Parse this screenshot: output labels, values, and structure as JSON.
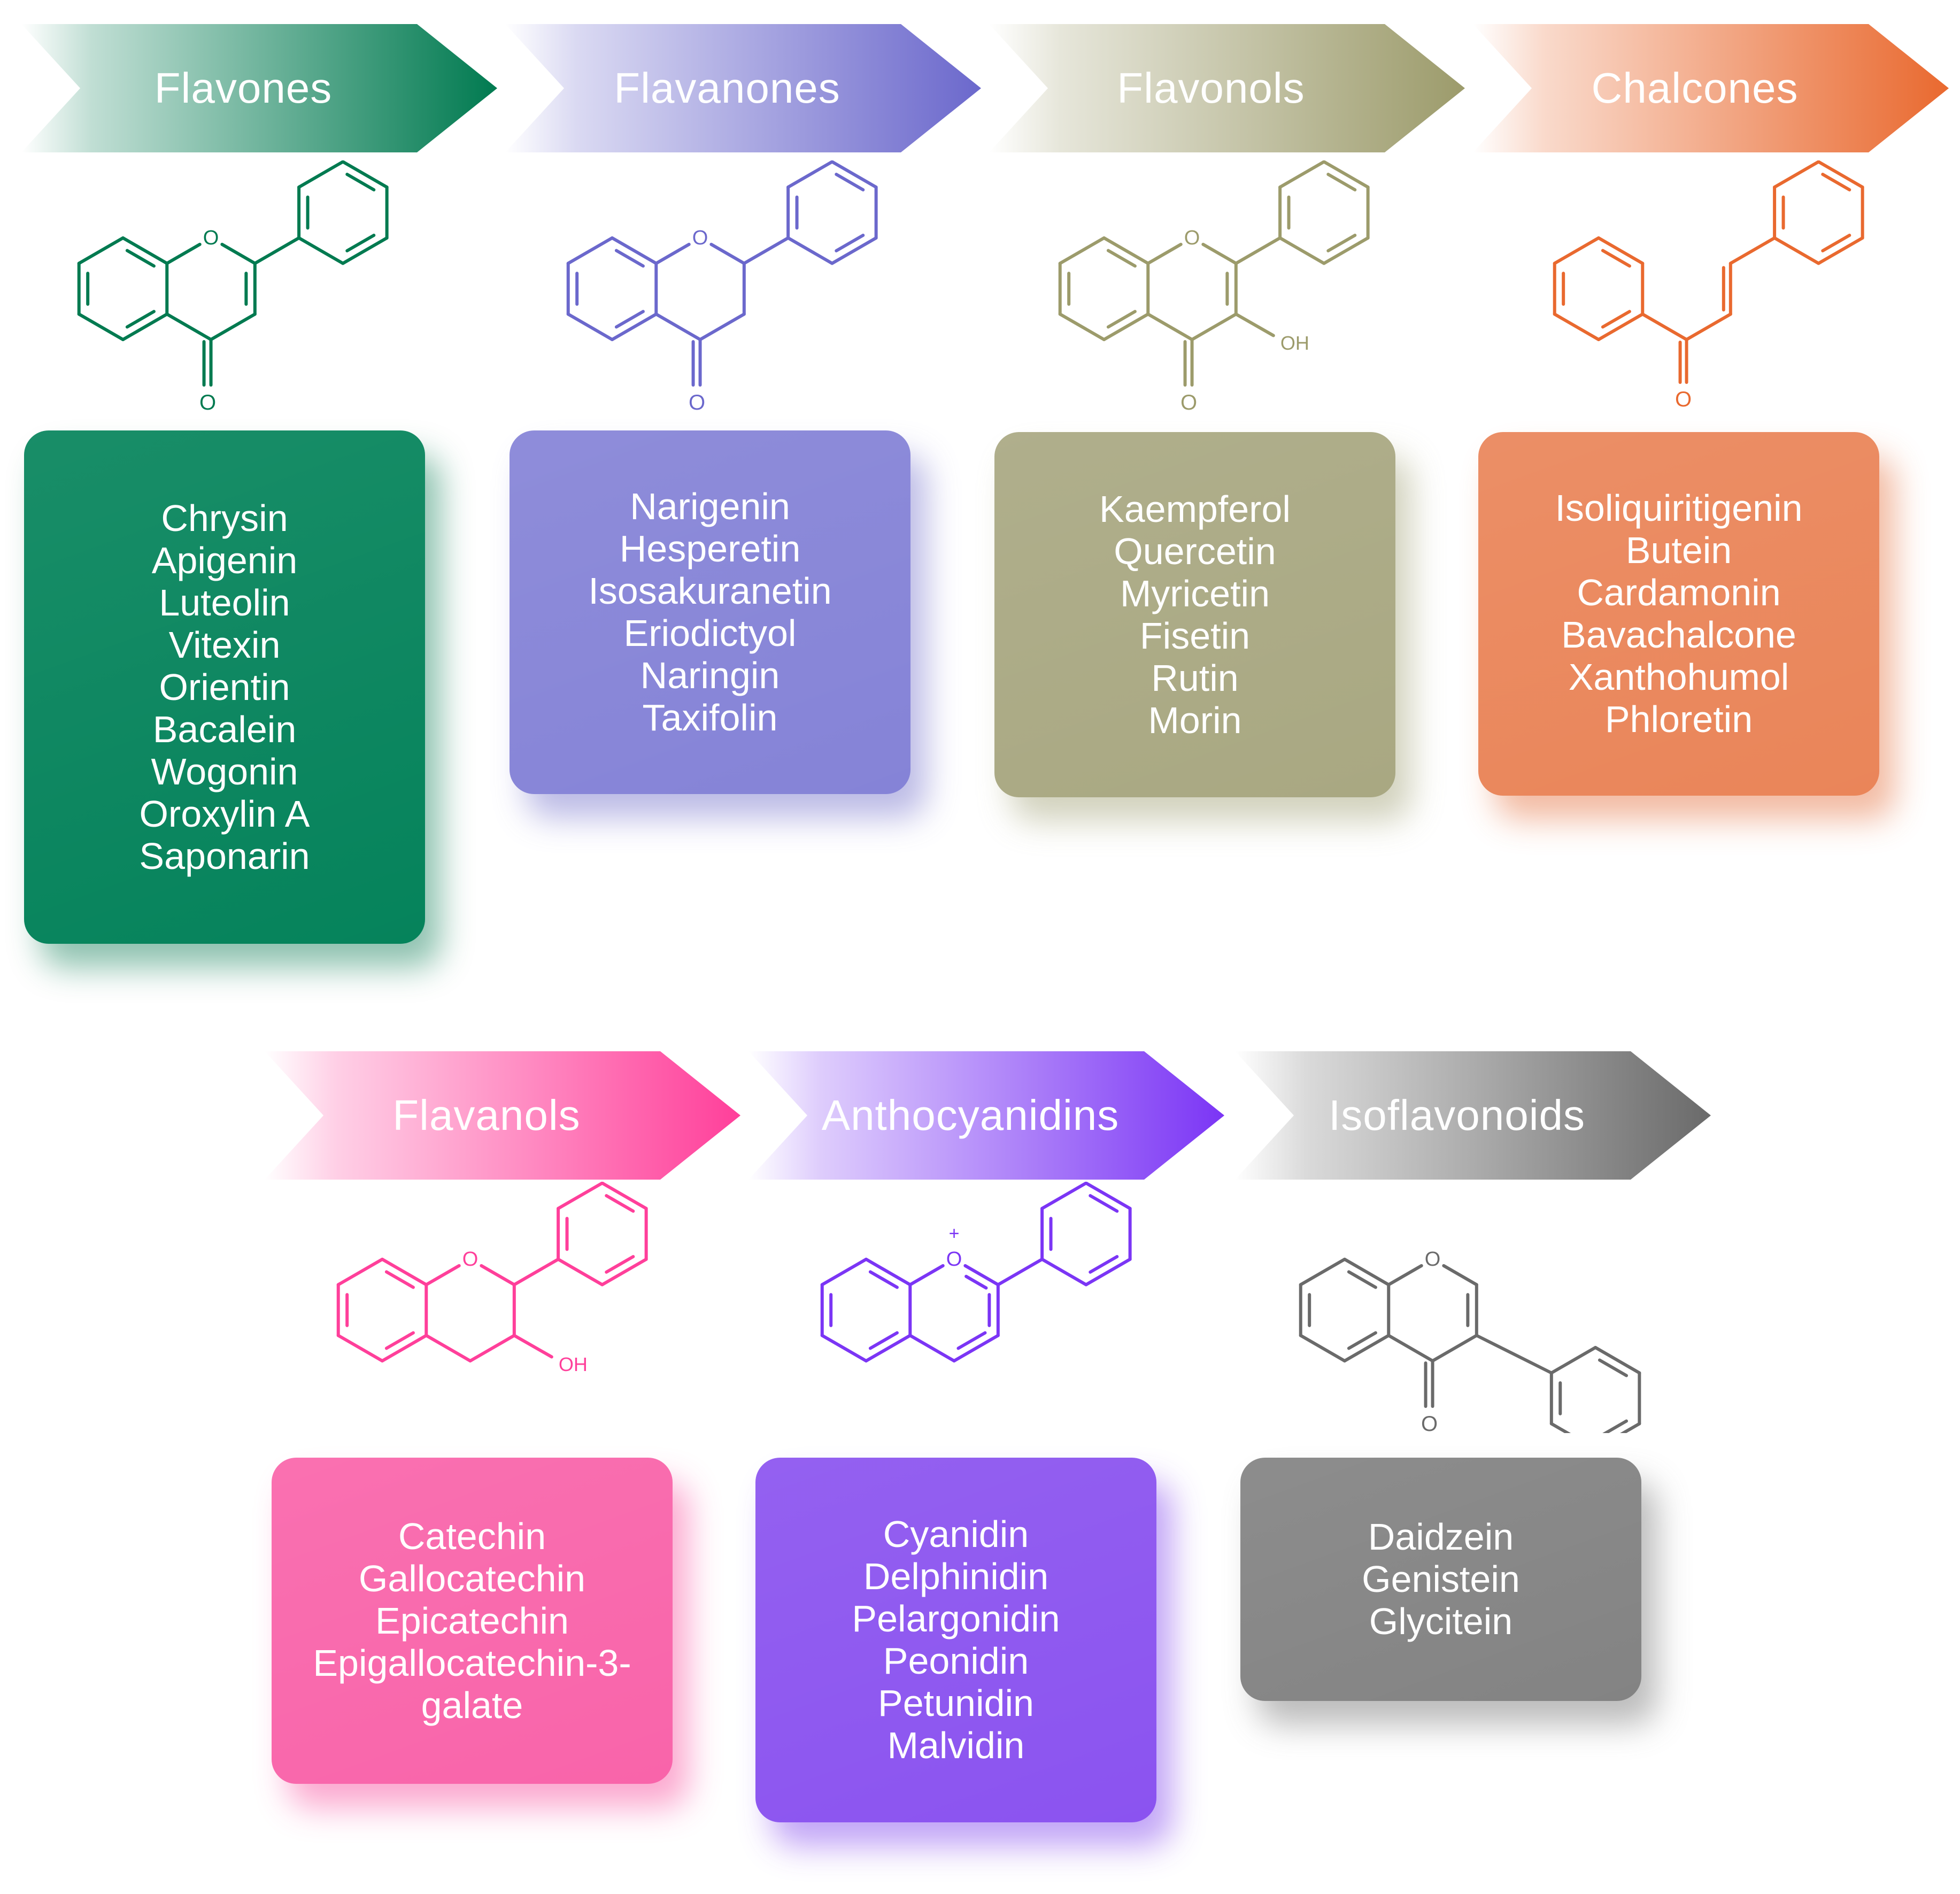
{
  "groups": [
    {
      "key": "flavones",
      "title": "Flavones",
      "color": "#007a50",
      "light": "#e8f5ef",
      "compounds": [
        "Chrysin",
        "Apigenin",
        "Luteolin",
        "Vitexin",
        "Orientin",
        "Bacalein",
        "Wogonin",
        "Oroxylin A",
        "Saponarin"
      ],
      "structure": {
        "o": "O",
        "carbonyl_o": "O",
        "oh": "",
        "charge": ""
      }
    },
    {
      "key": "flavanones",
      "title": "Flavanones",
      "color": "#6b68cc",
      "light": "#eeeefb",
      "compounds": [
        "Narigenin",
        "Hesperetin",
        "Isosakuranetin",
        "Eriodictyol",
        "Naringin",
        "Taxifolin"
      ],
      "structure": {
        "o": "O",
        "carbonyl_o": "O",
        "oh": "",
        "charge": ""
      }
    },
    {
      "key": "flavonols",
      "title": "Flavonols",
      "color": "#9c9b6b",
      "light": "#f3f3ea",
      "compounds": [
        "Kaempferol",
        "Quercetin",
        "Myricetin",
        "Fisetin",
        "Rutin",
        "Morin"
      ],
      "structure": {
        "o": "O",
        "carbonyl_o": "O",
        "oh": "OH",
        "charge": ""
      }
    },
    {
      "key": "chalcones",
      "title": "Chalcones",
      "color": "#e9692f",
      "light": "#fde8de",
      "compounds": [
        "Isoliquiritigenin",
        "Butein",
        "Cardamonin",
        "Bavachalcone",
        "Xanthohumol",
        "Phloretin"
      ],
      "structure": {
        "o": "",
        "carbonyl_o": "O",
        "oh": "",
        "charge": ""
      }
    },
    {
      "key": "flavanols",
      "title": "Flavanols",
      "color": "#ff3f9a",
      "light": "#ffe3f0",
      "compounds": [
        "Catechin",
        "Gallocatechin",
        "Epicatechin",
        "Epigallocatechin-3-",
        "galate"
      ],
      "structure": {
        "o": "O",
        "carbonyl_o": "",
        "oh": "OH",
        "charge": ""
      }
    },
    {
      "key": "anthocyanidins",
      "title": "Anthocyanidins",
      "color": "#7b35f5",
      "light": "#ece2fe",
      "compounds": [
        "Cyanidin",
        "Delphinidin",
        "Pelargonidin",
        "Peonidin",
        "Petunidin",
        "Malvidin"
      ],
      "structure": {
        "o": "O",
        "carbonyl_o": "",
        "oh": "",
        "charge": "+"
      }
    },
    {
      "key": "isoflavonoids",
      "title": "Isoflavonoids",
      "color": "#6a6a6a",
      "light": "#e8e8e8",
      "compounds": [
        "Daidzein",
        "Genistein",
        "Glycitein"
      ],
      "structure": {
        "o": "O",
        "carbonyl_o": "O",
        "oh": "",
        "charge": ""
      }
    }
  ]
}
